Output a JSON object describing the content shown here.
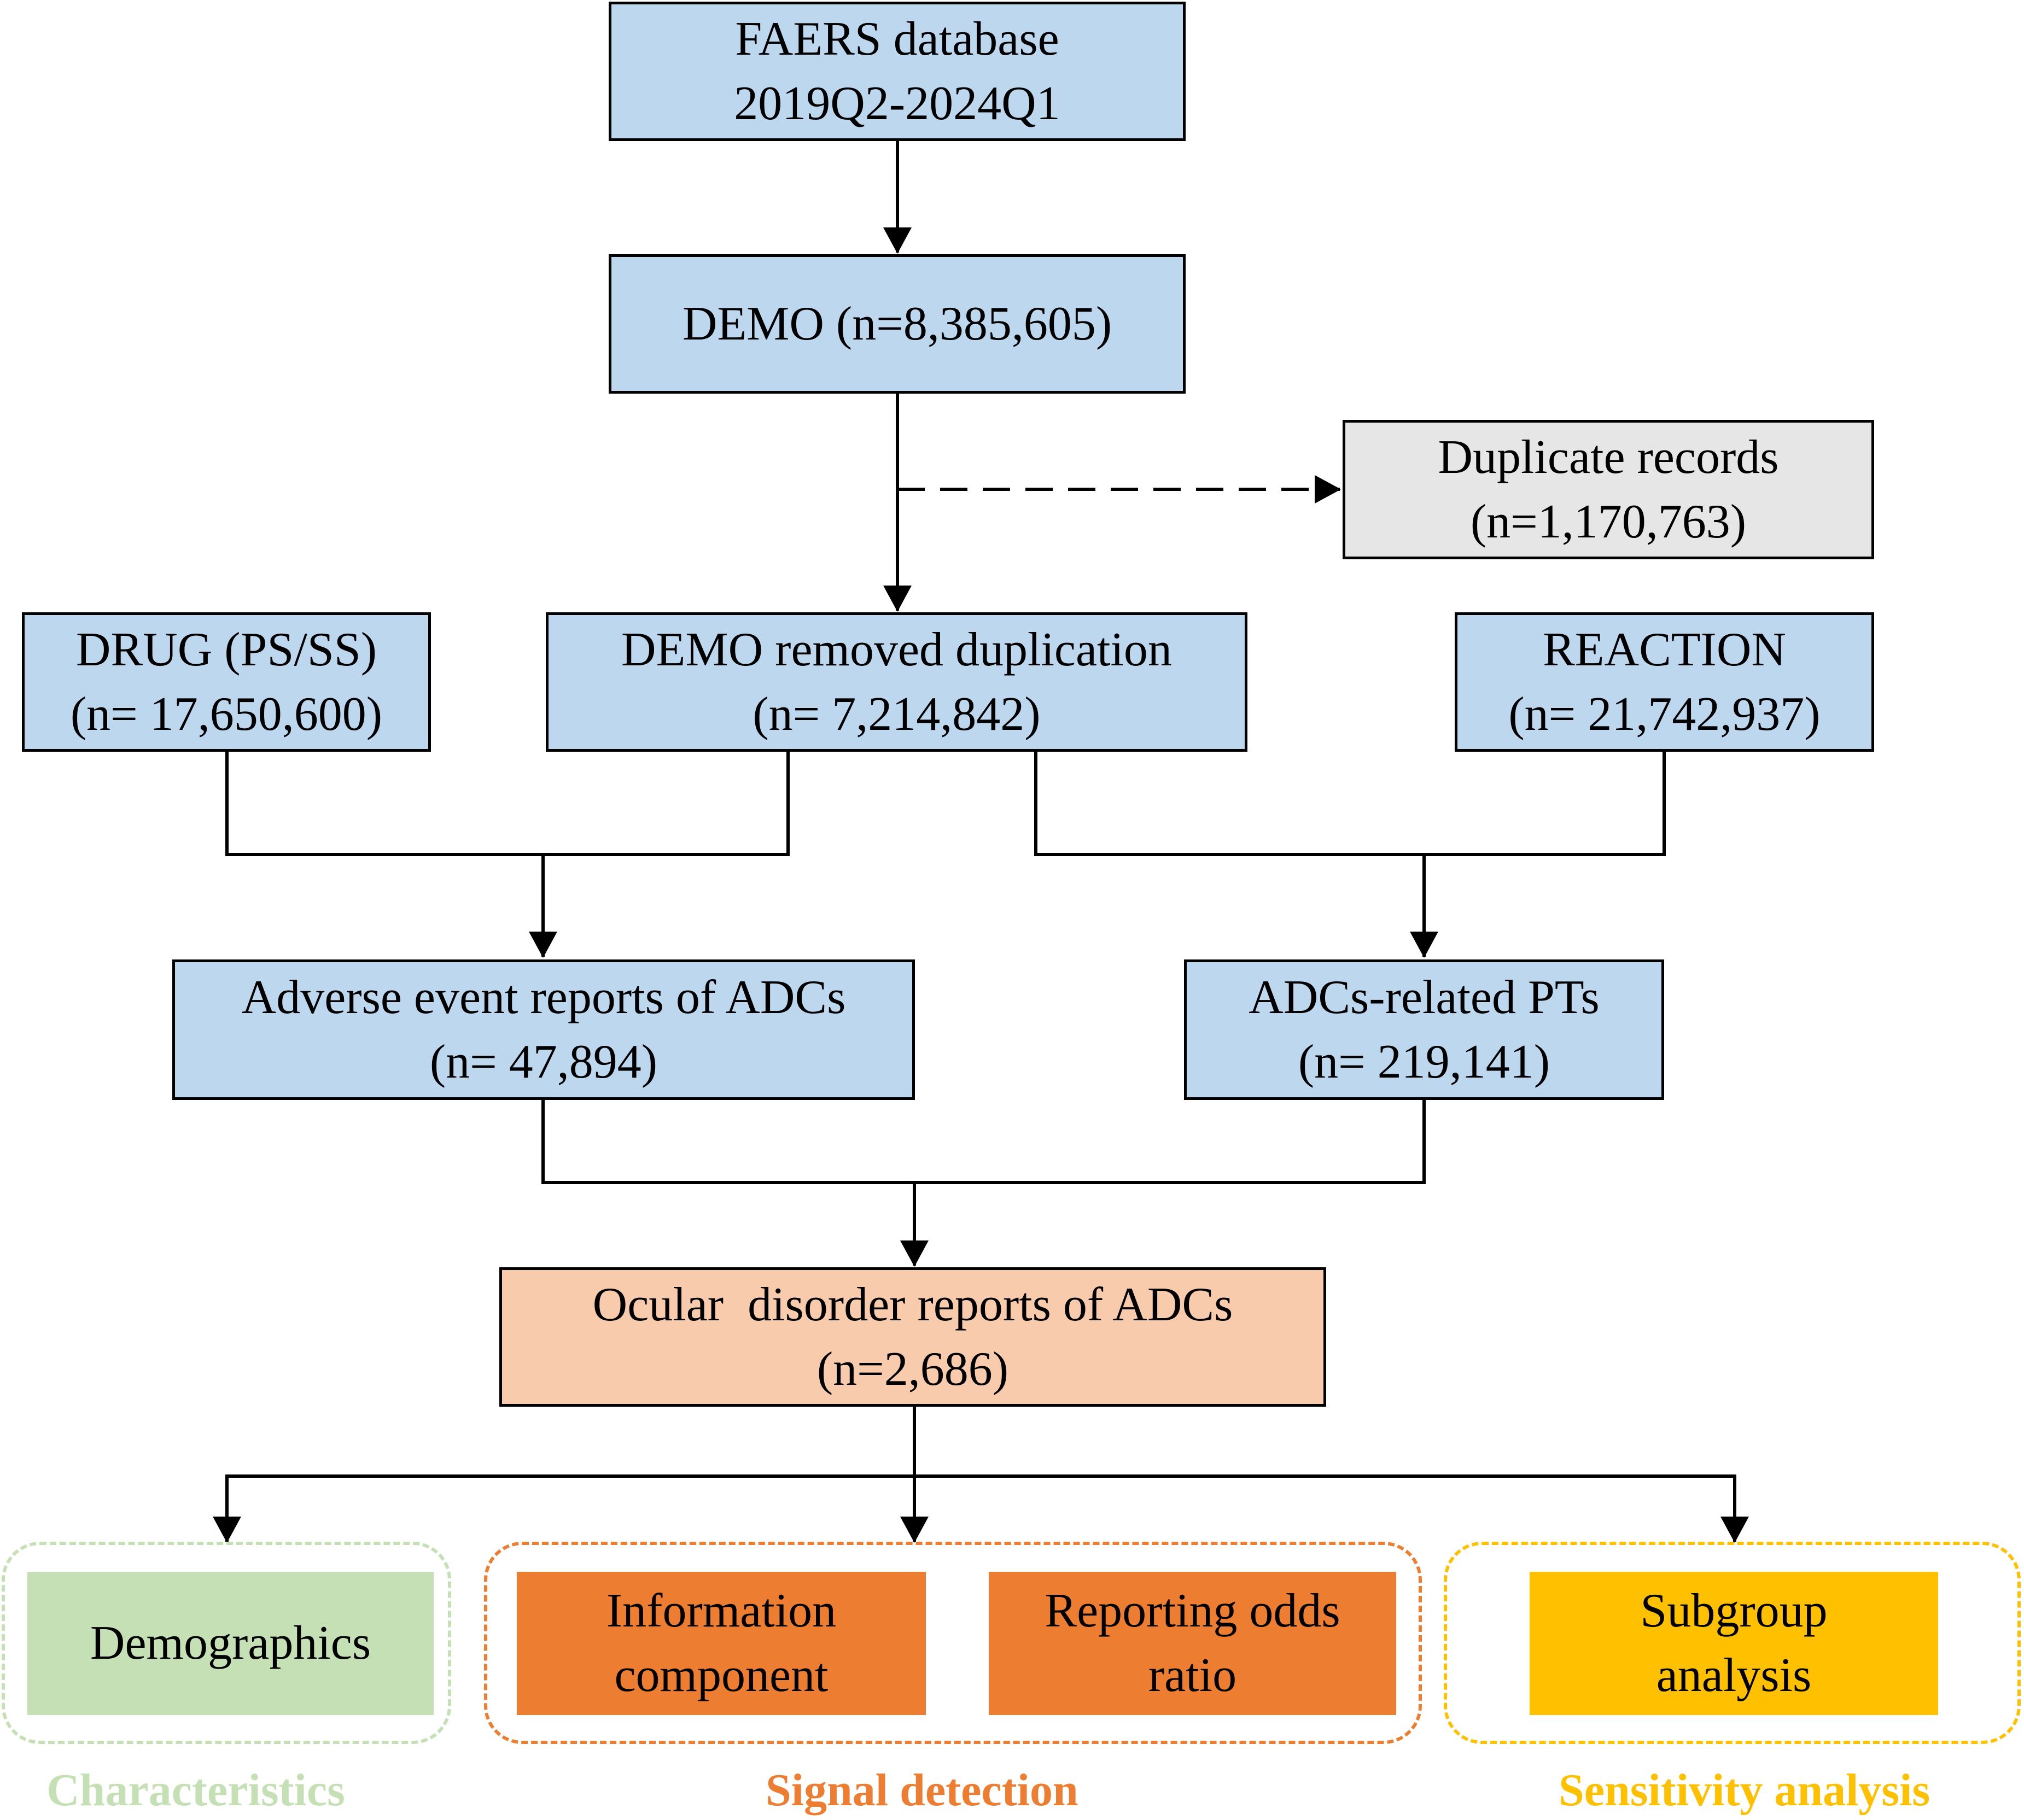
{
  "boxes": {
    "faers": {
      "line1": "FAERS database",
      "line2": "2019Q2-2024Q1"
    },
    "demo": {
      "line1": "DEMO (n=8,385,605)"
    },
    "duplicate": {
      "line1": "Duplicate records",
      "line2": "(n=1,170,763)"
    },
    "drug": {
      "line1": "DRUG (PS/SS)",
      "line2": "(n= 17,650,600)"
    },
    "demo_removed": {
      "line1": "DEMO removed duplication",
      "line2": "(n= 7,214,842)"
    },
    "reaction": {
      "line1": "REACTION",
      "line2": "(n= 21,742,937)"
    },
    "adverse": {
      "line1": "Adverse event reports of ADCs",
      "line2": "(n= 47,894)"
    },
    "pts": {
      "line1": "ADCs-related PTs",
      "line2": "(n= 219,141)"
    },
    "ocular": {
      "line1": "Ocular  disorder reports of ADCs",
      "line2": "(n=2,686)"
    },
    "demographics": {
      "line1": "Demographics"
    },
    "information": {
      "line1": "Information",
      "line2": "component"
    },
    "ror": {
      "line1": "Reporting odds",
      "line2": "ratio"
    },
    "subgroup": {
      "line1": "Subgroup",
      "line2": "analysis"
    }
  },
  "groups": {
    "characteristics": {
      "label": "Characteristics",
      "color": "#c5e0b4"
    },
    "signal": {
      "label": "Signal detection",
      "color": "#ed7d31"
    },
    "sensitivity": {
      "label": "Sensitivity analysis",
      "color": "#ffc000"
    }
  },
  "colors": {
    "blue_box": "#bdd7ee",
    "gray_box": "#e6e6e6",
    "peach_box": "#f8cbad",
    "green_box": "#c5e0b4",
    "orange_box": "#ed7d31",
    "gold_box": "#ffc000"
  }
}
